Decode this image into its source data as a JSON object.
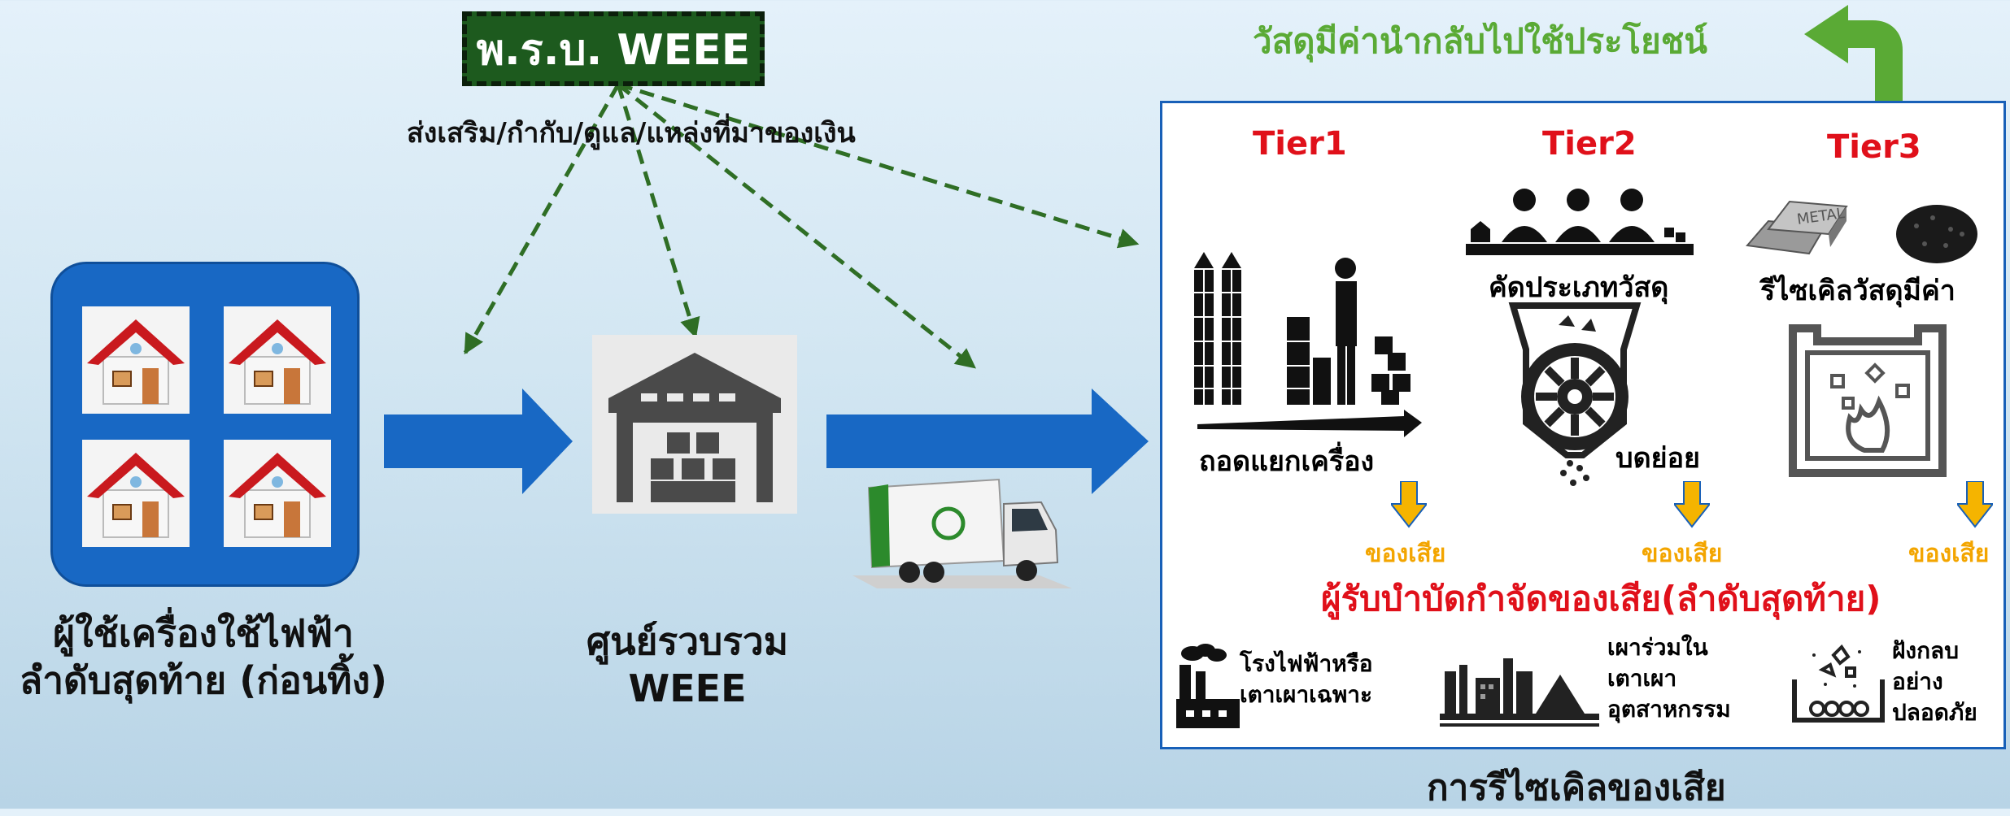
{
  "law": {
    "title": "พ.ร.บ. WEEE",
    "roles": "ส่งเสริม/กำกับ/ดูแล/แหล่งที่มาของเงิน"
  },
  "recycled_materials": "วัสดุมีค่านำกลับไปใช้ประโยชน์",
  "users": {
    "line1": "ผู้ใช้เครื่องใช้ไฟฟ้า",
    "line2": "ลำดับสุดท้าย (ก่อนทิ้ง)"
  },
  "collection_center": {
    "line1": "ศูนย์รวบรวม",
    "line2": "WEEE"
  },
  "tiers": [
    {
      "title": "Tier1",
      "label": "ถอดแยกเครื่อง"
    },
    {
      "title": "Tier2",
      "label": "คัดประเภทวัสดุ",
      "label2": "บดย่อย"
    },
    {
      "title": "Tier3",
      "label": "รีไซเคิลวัสดุมีค่า"
    }
  ],
  "metal_text": "METAL",
  "waste_labels": [
    "ของเสีย",
    "ของเสีย",
    "ของเสีย"
  ],
  "disposer": "ผู้รับบำบัดกำจัดของเสีย(ลำดับสุดท้าย)",
  "facilities": [
    {
      "line1": "โรงไฟฟ้าหรือ",
      "line2": "เตาเผาเฉพาะ"
    },
    {
      "line1": "เผาร่วมใน",
      "line2": "เตาเผา",
      "line3": "อุตสาหกรรม"
    },
    {
      "line1": "ฝังกลบ",
      "line2": "อย่าง",
      "line3": "ปลอดภัย"
    }
  ],
  "recycling_title": "การรีไซเคิลของเสีย",
  "colors": {
    "law_box": "#1d5a1e",
    "dashed_arrow": "#2f6e25",
    "big_arrow": "#1868c4",
    "tier_title": "#e0101a",
    "waste": "#f3a500",
    "recycled_text": "#5aaa35"
  }
}
